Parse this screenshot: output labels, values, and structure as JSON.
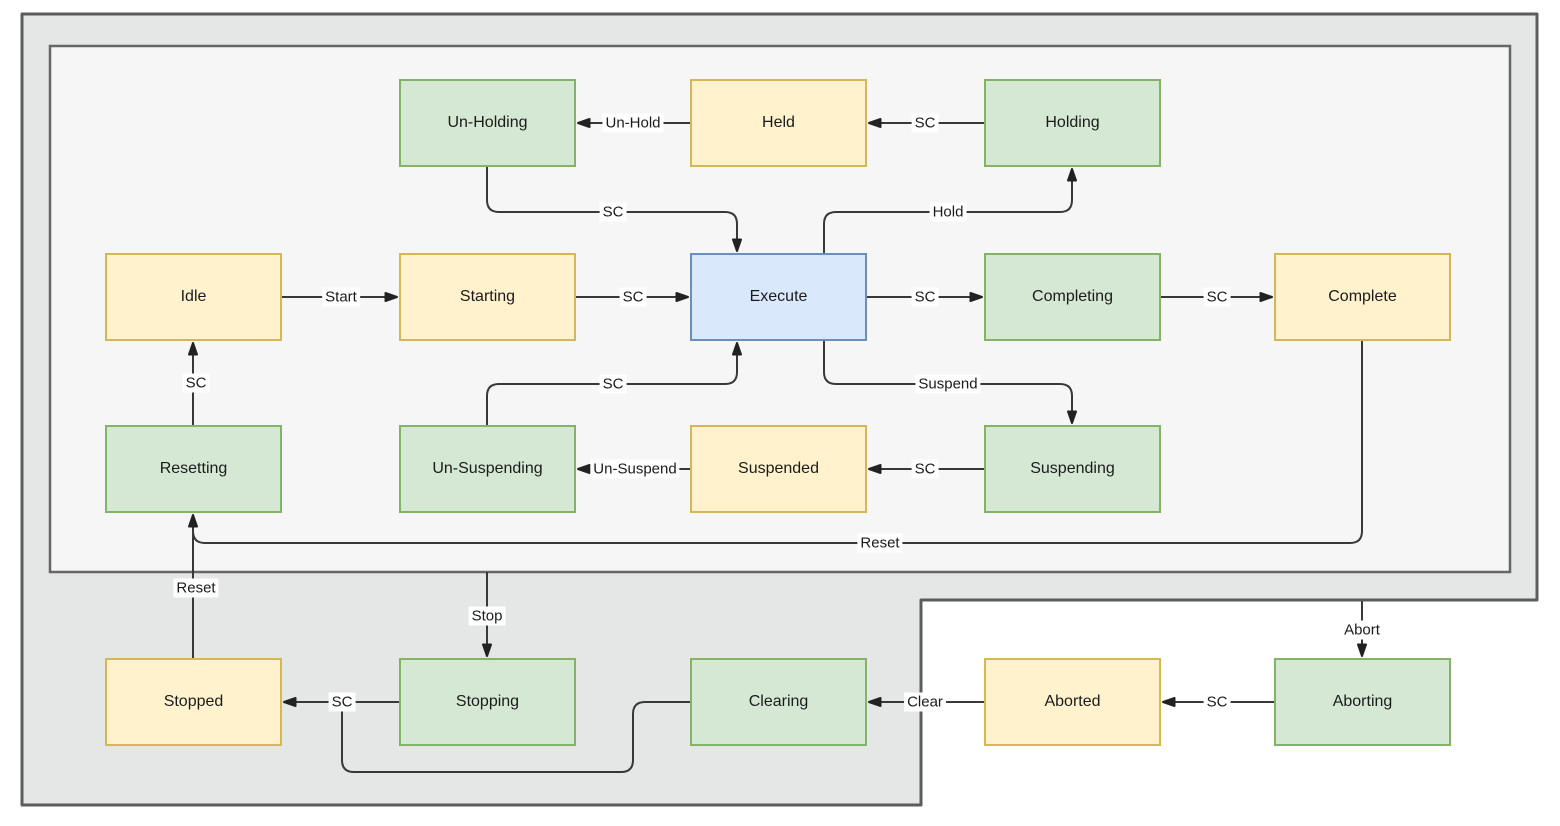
{
  "diagram": {
    "kind": "state-machine",
    "colors": {
      "waiting_fill": "#fff2cc",
      "waiting_border": "#d6b656",
      "acting_fill": "#d5e8d4",
      "acting_border": "#82b366",
      "execute_fill": "#dae8fc",
      "execute_border": "#6c8ebf",
      "outer_region_fill": "#e5e6e6",
      "inner_region_fill": "#f5f6f5",
      "region_border": "#5c5c5c",
      "edge_color": "#383838"
    },
    "regions": {
      "outer": "abortable-region",
      "inner": "stoppable-region"
    },
    "states": [
      {
        "label": "Un-Holding",
        "kind": "acting"
      },
      {
        "label": "Held",
        "kind": "waiting"
      },
      {
        "label": "Holding",
        "kind": "acting"
      },
      {
        "label": "Idle",
        "kind": "waiting"
      },
      {
        "label": "Starting",
        "kind": "waiting"
      },
      {
        "label": "Execute",
        "kind": "execute"
      },
      {
        "label": "Completing",
        "kind": "acting"
      },
      {
        "label": "Complete",
        "kind": "waiting"
      },
      {
        "label": "Resetting",
        "kind": "acting"
      },
      {
        "label": "Un-Suspending",
        "kind": "acting"
      },
      {
        "label": "Suspended",
        "kind": "waiting"
      },
      {
        "label": "Suspending",
        "kind": "acting"
      },
      {
        "label": "Stopped",
        "kind": "waiting"
      },
      {
        "label": "Stopping",
        "kind": "acting"
      },
      {
        "label": "Clearing",
        "kind": "acting"
      },
      {
        "label": "Aborted",
        "kind": "waiting"
      },
      {
        "label": "Aborting",
        "kind": "acting"
      }
    ],
    "transitions": [
      {
        "from": "Held",
        "to": "Un-Holding",
        "label": "Un-Hold"
      },
      {
        "from": "Holding",
        "to": "Held",
        "label": "SC"
      },
      {
        "from": "Un-Holding",
        "to": "Execute",
        "label": "SC"
      },
      {
        "from": "Execute",
        "to": "Holding",
        "label": "Hold"
      },
      {
        "from": "Idle",
        "to": "Starting",
        "label": "Start"
      },
      {
        "from": "Starting",
        "to": "Execute",
        "label": "SC"
      },
      {
        "from": "Execute",
        "to": "Completing",
        "label": "SC"
      },
      {
        "from": "Completing",
        "to": "Complete",
        "label": "SC"
      },
      {
        "from": "Resetting",
        "to": "Idle",
        "label": "SC"
      },
      {
        "from": "Un-Suspending",
        "to": "Execute",
        "label": "SC"
      },
      {
        "from": "Execute",
        "to": "Suspending",
        "label": "Suspend"
      },
      {
        "from": "Suspending",
        "to": "Suspended",
        "label": "SC"
      },
      {
        "from": "Suspended",
        "to": "Un-Suspending",
        "label": "Un-Suspend"
      },
      {
        "from": "Complete",
        "to": "Resetting",
        "label": "Reset"
      },
      {
        "from": "Stopped",
        "to": "Resetting",
        "label": "Reset"
      },
      {
        "from": "stoppable-region",
        "to": "Stopping",
        "label": "Stop"
      },
      {
        "from": "Stopping",
        "to": "Stopped",
        "label": "SC"
      },
      {
        "from": "Clearing",
        "to": "Stopped",
        "label": ""
      },
      {
        "from": "Aborted",
        "to": "Clearing",
        "label": "Clear"
      },
      {
        "from": "Aborting",
        "to": "Aborted",
        "label": "SC"
      },
      {
        "from": "abortable-region",
        "to": "Aborting",
        "label": "Abort"
      }
    ]
  }
}
